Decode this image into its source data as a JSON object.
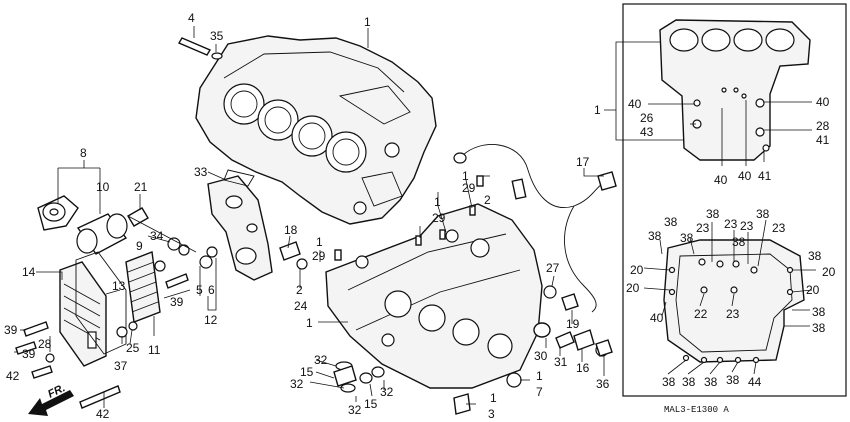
{
  "diagram": {
    "code": "MAL3-E1300 A",
    "direction_label": "FR.",
    "labels": [
      {
        "id": "l4",
        "text": "4"
      },
      {
        "id": "l35",
        "text": "35"
      },
      {
        "id": "l1a",
        "text": "1"
      },
      {
        "id": "l8",
        "text": "8"
      },
      {
        "id": "l10",
        "text": "10"
      },
      {
        "id": "l21",
        "text": "21"
      },
      {
        "id": "l33",
        "text": "33"
      },
      {
        "id": "l34",
        "text": "34"
      },
      {
        "id": "l9",
        "text": "9"
      },
      {
        "id": "l14",
        "text": "14"
      },
      {
        "id": "l13",
        "text": "13"
      },
      {
        "id": "l39a",
        "text": "39"
      },
      {
        "id": "l5",
        "text": "5"
      },
      {
        "id": "l6",
        "text": "6"
      },
      {
        "id": "l12",
        "text": "12"
      },
      {
        "id": "l39b",
        "text": "39"
      },
      {
        "id": "l28a",
        "text": "28"
      },
      {
        "id": "l39c",
        "text": "39"
      },
      {
        "id": "l42a",
        "text": "42"
      },
      {
        "id": "l37",
        "text": "37"
      },
      {
        "id": "l25",
        "text": "25"
      },
      {
        "id": "l11",
        "text": "11"
      },
      {
        "id": "l42b",
        "text": "42"
      },
      {
        "id": "l18",
        "text": "18"
      },
      {
        "id": "l1b",
        "text": "1"
      },
      {
        "id": "l29a",
        "text": "29"
      },
      {
        "id": "l2a",
        "text": "2"
      },
      {
        "id": "l24",
        "text": "24"
      },
      {
        "id": "l1c",
        "text": "1"
      },
      {
        "id": "l1d",
        "text": "1"
      },
      {
        "id": "l29b",
        "text": "29"
      },
      {
        "id": "l1e",
        "text": "1"
      },
      {
        "id": "l29c",
        "text": "29"
      },
      {
        "id": "l2b",
        "text": "2"
      },
      {
        "id": "l17",
        "text": "17"
      },
      {
        "id": "l27",
        "text": "27"
      },
      {
        "id": "l19",
        "text": "19"
      },
      {
        "id": "l30",
        "text": "30"
      },
      {
        "id": "l31",
        "text": "31"
      },
      {
        "id": "l16",
        "text": "16"
      },
      {
        "id": "l36",
        "text": "36"
      },
      {
        "id": "l32a",
        "text": "32"
      },
      {
        "id": "l15a",
        "text": "15"
      },
      {
        "id": "l32b",
        "text": "32"
      },
      {
        "id": "l32c",
        "text": "32"
      },
      {
        "id": "l15b",
        "text": "15"
      },
      {
        "id": "l32d",
        "text": "32"
      },
      {
        "id": "l1f",
        "text": "1"
      },
      {
        "id": "l7",
        "text": "7"
      },
      {
        "id": "l1g",
        "text": "1"
      },
      {
        "id": "l3",
        "text": "3"
      },
      {
        "id": "l1h",
        "text": "1"
      },
      {
        "id": "l40a",
        "text": "40"
      },
      {
        "id": "l26",
        "text": "26"
      },
      {
        "id": "l43",
        "text": "43"
      },
      {
        "id": "l40b",
        "text": "40"
      },
      {
        "id": "l28b",
        "text": "28"
      },
      {
        "id": "l41a",
        "text": "41"
      },
      {
        "id": "l40c",
        "text": "40"
      },
      {
        "id": "l40d",
        "text": "40"
      },
      {
        "id": "l41b",
        "text": "41"
      },
      {
        "id": "l38a",
        "text": "38"
      },
      {
        "id": "l38b",
        "text": "38"
      },
      {
        "id": "l38c",
        "text": "38"
      },
      {
        "id": "l23a",
        "text": "23"
      },
      {
        "id": "l23b",
        "text": "23"
      },
      {
        "id": "l23c",
        "text": "23"
      },
      {
        "id": "l38d",
        "text": "38"
      },
      {
        "id": "l38e",
        "text": "38"
      },
      {
        "id": "l23d",
        "text": "23"
      },
      {
        "id": "l38f",
        "text": "38"
      },
      {
        "id": "l20a",
        "text": "20"
      },
      {
        "id": "l20b",
        "text": "20"
      },
      {
        "id": "l20c",
        "text": "20"
      },
      {
        "id": "l20d",
        "text": "20"
      },
      {
        "id": "l22",
        "text": "22"
      },
      {
        "id": "l23e",
        "text": "23"
      },
      {
        "id": "l38g",
        "text": "38"
      },
      {
        "id": "l40e",
        "text": "40"
      },
      {
        "id": "l38h",
        "text": "38"
      },
      {
        "id": "l38i",
        "text": "38"
      },
      {
        "id": "l38j",
        "text": "38"
      },
      {
        "id": "l38k",
        "text": "38"
      },
      {
        "id": "l38l",
        "text": "38"
      },
      {
        "id": "l38m",
        "text": "38"
      },
      {
        "id": "l44",
        "text": "44"
      }
    ]
  }
}
